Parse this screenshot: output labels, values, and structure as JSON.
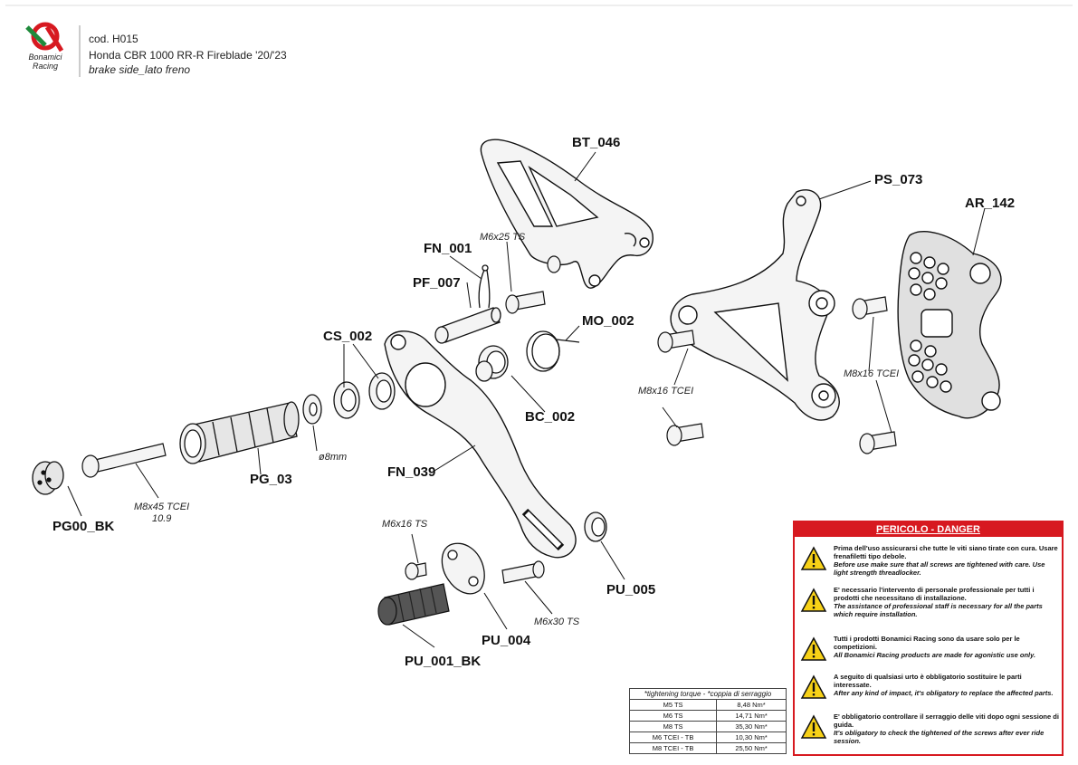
{
  "header": {
    "logo_text": "Bonamici Racing",
    "code": "cod. H015",
    "model": "Honda CBR 1000 RR-R Fireblade '20/'23",
    "side": "brake side_lato freno"
  },
  "parts": {
    "bt_046": "BT_046",
    "ps_073": "PS_073",
    "ar_142": "AR_142",
    "fn_001": "FN_001",
    "pf_007": "PF_007",
    "mo_002": "MO_002",
    "cs_002": "CS_002",
    "bc_002": "BC_002",
    "fn_039": "FN_039",
    "pg_03": "PG_03",
    "pg00_bk": "PG00_BK",
    "pu_005": "PU_005",
    "pu_004": "PU_004",
    "pu_001_bk": "PU_001_BK"
  },
  "notes": {
    "m6x25": "M6x25 TS",
    "m8x16_left": "M8x16 TCEI",
    "m8x16_right": "M8x16 TCEI",
    "d8": "ø8mm",
    "m8x45": "M8x45 TCEI",
    "grade": "10.9",
    "m6x16": "M6x16 TS",
    "m6x30": "M6x30 TS"
  },
  "torque_table": {
    "header": "*tightening torque - *coppia di serraggio",
    "rows": [
      {
        "screw": "M5 TS",
        "torque": "8,48 Nm*"
      },
      {
        "screw": "M6 TS",
        "torque": "14,71 Nm*"
      },
      {
        "screw": "M8 TS",
        "torque": "35,30 Nm*"
      },
      {
        "screw": "M6 TCEI - TB",
        "torque": "10,30 Nm*"
      },
      {
        "screw": "M8 TCEI - TB",
        "torque": "25,50 Nm*"
      }
    ]
  },
  "danger": {
    "title": "PERICOLO - DANGER",
    "color": "#d71920",
    "items": [
      {
        "it": "Prima dell'uso assicurarsi che tutte le viti siano tirate con cura. Usare frenafiletti tipo debole.",
        "en": "Before use make sure that all screws are tightened with care. Use light strength threadlocker."
      },
      {
        "it": "E' necessario l'intervento di personale professionale per tutti i prodotti che necessitano di installazione.",
        "en": "The assistance of professional staff is necessary for all the parts which require installation."
      },
      {
        "it": "Tutti i prodotti Bonamici Racing sono da usare solo per le competizioni.",
        "en": "All Bonamici Racing products are made for agonistic use only."
      },
      {
        "it": "A seguito di qualsiasi urto è obbligatorio sostituire le parti interessate.",
        "en": "After any kind of impact, it's obligatory to replace the affected parts."
      },
      {
        "it": "E' obbligatorio controllare il serraggio delle viti dopo ogni sessione di guida.",
        "en": "It's obligatory to check the tightened of the screws after ever ride session."
      }
    ]
  }
}
